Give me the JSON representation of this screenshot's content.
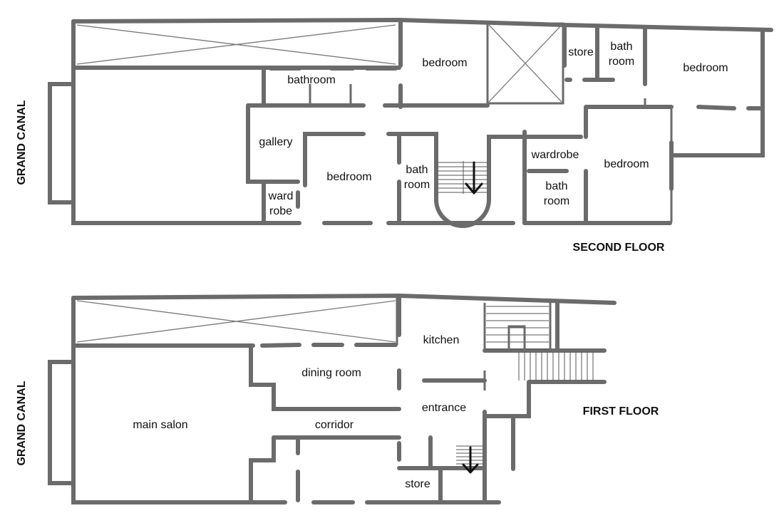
{
  "second_floor": {
    "title": "SECOND FLOOR",
    "canal": "GRAND CANAL",
    "rooms": {
      "bedroom_top": "bedroom",
      "store": "store",
      "bath_room_top_1": "bath",
      "bath_room_top_2": "room",
      "bedroom_right_top": "bedroom",
      "bathroom": "bathroom",
      "gallery": "gallery",
      "bedroom_center": "bedroom",
      "ward_robe_1": "ward",
      "ward_robe_2": "robe",
      "bath_room_stair_1": "bath",
      "bath_room_stair_2": "room",
      "wardrobe": "wardrobe",
      "bath_room_lower_1": "bath",
      "bath_room_lower_2": "room",
      "bedroom_right_lower": "bedroom"
    }
  },
  "first_floor": {
    "title": "FIRST FLOOR",
    "canal": "GRAND CANAL",
    "rooms": {
      "kitchen": "kitchen",
      "dining_room": "dining room",
      "entrance": "entrance",
      "main_salon": "main salon",
      "corridor": "corridor",
      "store": "store"
    }
  },
  "colors": {
    "wall": "#6b6b6b",
    "text": "#111111",
    "background": "#ffffff"
  },
  "icons": [
    "stair-down-arrow-icon"
  ]
}
